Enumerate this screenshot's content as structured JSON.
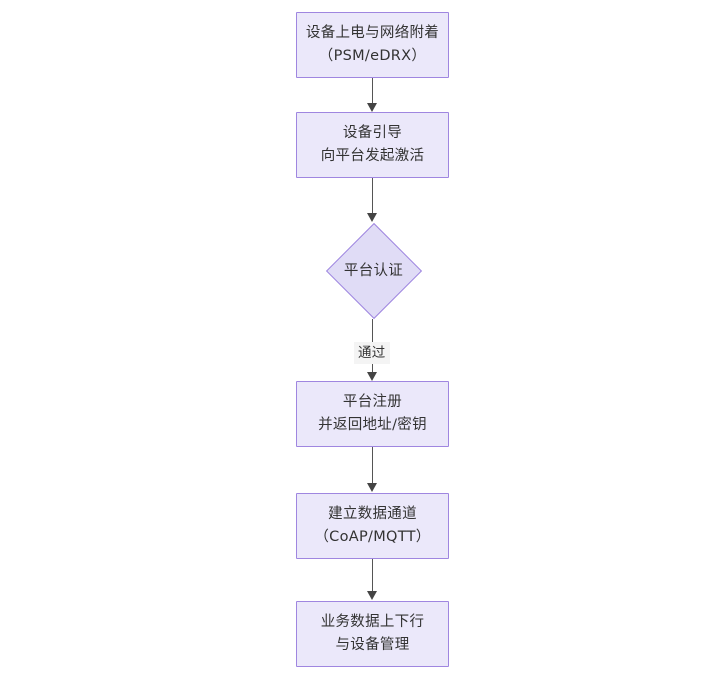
{
  "diagram": {
    "type": "flowchart",
    "orientation": "top-to-bottom",
    "background_color": "#ffffff",
    "node_fill_color": "#ebe8fa",
    "node_border_color": "#9f86e0",
    "decision_fill_color": "#e0dcf6",
    "connector_color": "#555555",
    "text_color": "#333333",
    "nodes": [
      {
        "id": "power-on",
        "shape": "rectangle",
        "lines": [
          "设备上电与网络附着",
          "（PSM/eDRX）"
        ]
      },
      {
        "id": "bootstrap",
        "shape": "rectangle",
        "lines": [
          "设备引导",
          "向平台发起激活"
        ]
      },
      {
        "id": "platform-auth",
        "shape": "diamond",
        "lines": [
          "平台认证"
        ]
      },
      {
        "id": "platform-register",
        "shape": "rectangle",
        "lines": [
          "平台注册",
          "并返回地址/密钥"
        ]
      },
      {
        "id": "data-channel",
        "shape": "rectangle",
        "lines": [
          "建立数据通道",
          "（CoAP/MQTT）"
        ]
      },
      {
        "id": "business-data",
        "shape": "rectangle",
        "lines": [
          "业务数据上下行",
          "与设备管理"
        ]
      }
    ],
    "edges": [
      {
        "id": "e1",
        "from": "power-on",
        "to": "bootstrap",
        "label": ""
      },
      {
        "id": "e2",
        "from": "bootstrap",
        "to": "platform-auth",
        "label": ""
      },
      {
        "id": "e3",
        "from": "platform-auth",
        "to": "platform-register",
        "label": "通过"
      },
      {
        "id": "e4",
        "from": "platform-register",
        "to": "data-channel",
        "label": ""
      },
      {
        "id": "e5",
        "from": "data-channel",
        "to": "business-data",
        "label": ""
      }
    ]
  }
}
